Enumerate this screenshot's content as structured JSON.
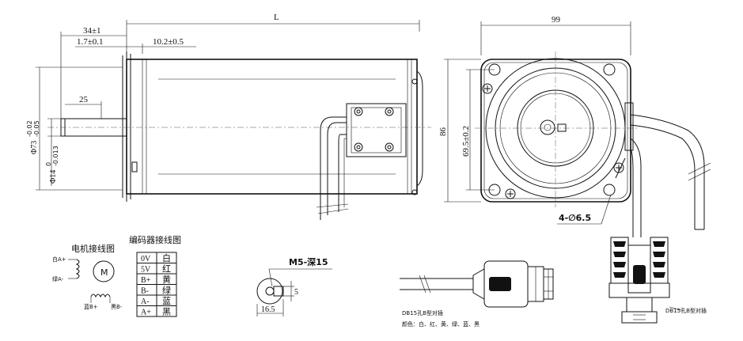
{
  "dimensions": {
    "shaft_extension": "34±1",
    "flange_thickness": "1.7±0.1",
    "flange_offset": "10.2±0.5",
    "overall_length": "L",
    "key_length": "25",
    "pilot_diameter": "Φ73-0.02/-0.05",
    "pilot_diameter_sup": "-0.02",
    "pilot_diameter_sub": "-0.05",
    "pilot_diameter_base": "Φ73",
    "shaft_diameter_base": "Φ14",
    "shaft_diameter_sup": "0",
    "shaft_diameter_sub": "-0.013",
    "flange_width": "99",
    "flange_height": "86",
    "bolt_pitch": "69.5±0.2",
    "mounting_holes": "4-∅6.5",
    "tapped_hole": "M5-深15",
    "key_height": "5",
    "key_depth": "16.5"
  },
  "motor_wiring": {
    "title": "电机接线图",
    "a_plus": "白A+",
    "a_minus": "绿A-",
    "b_plus": "蓝B+",
    "b_minus": "黑B-",
    "motor_symbol": "M"
  },
  "encoder_wiring": {
    "title": "编码器接线图",
    "rows": [
      {
        "signal": "0V",
        "color": "白"
      },
      {
        "signal": "5V",
        "color": "红"
      },
      {
        "signal": "B+",
        "color": "黄"
      },
      {
        "signal": "B-",
        "color": "绿"
      },
      {
        "signal": "A-",
        "color": "蓝"
      },
      {
        "signal": "A+",
        "color": "黑"
      }
    ]
  },
  "connector_left": {
    "label": "DB15孔B型对插",
    "colors": "颜色：白、红、黄、绿、蓝、黑"
  },
  "connector_right": {
    "label": "DB15孔B型对插"
  }
}
